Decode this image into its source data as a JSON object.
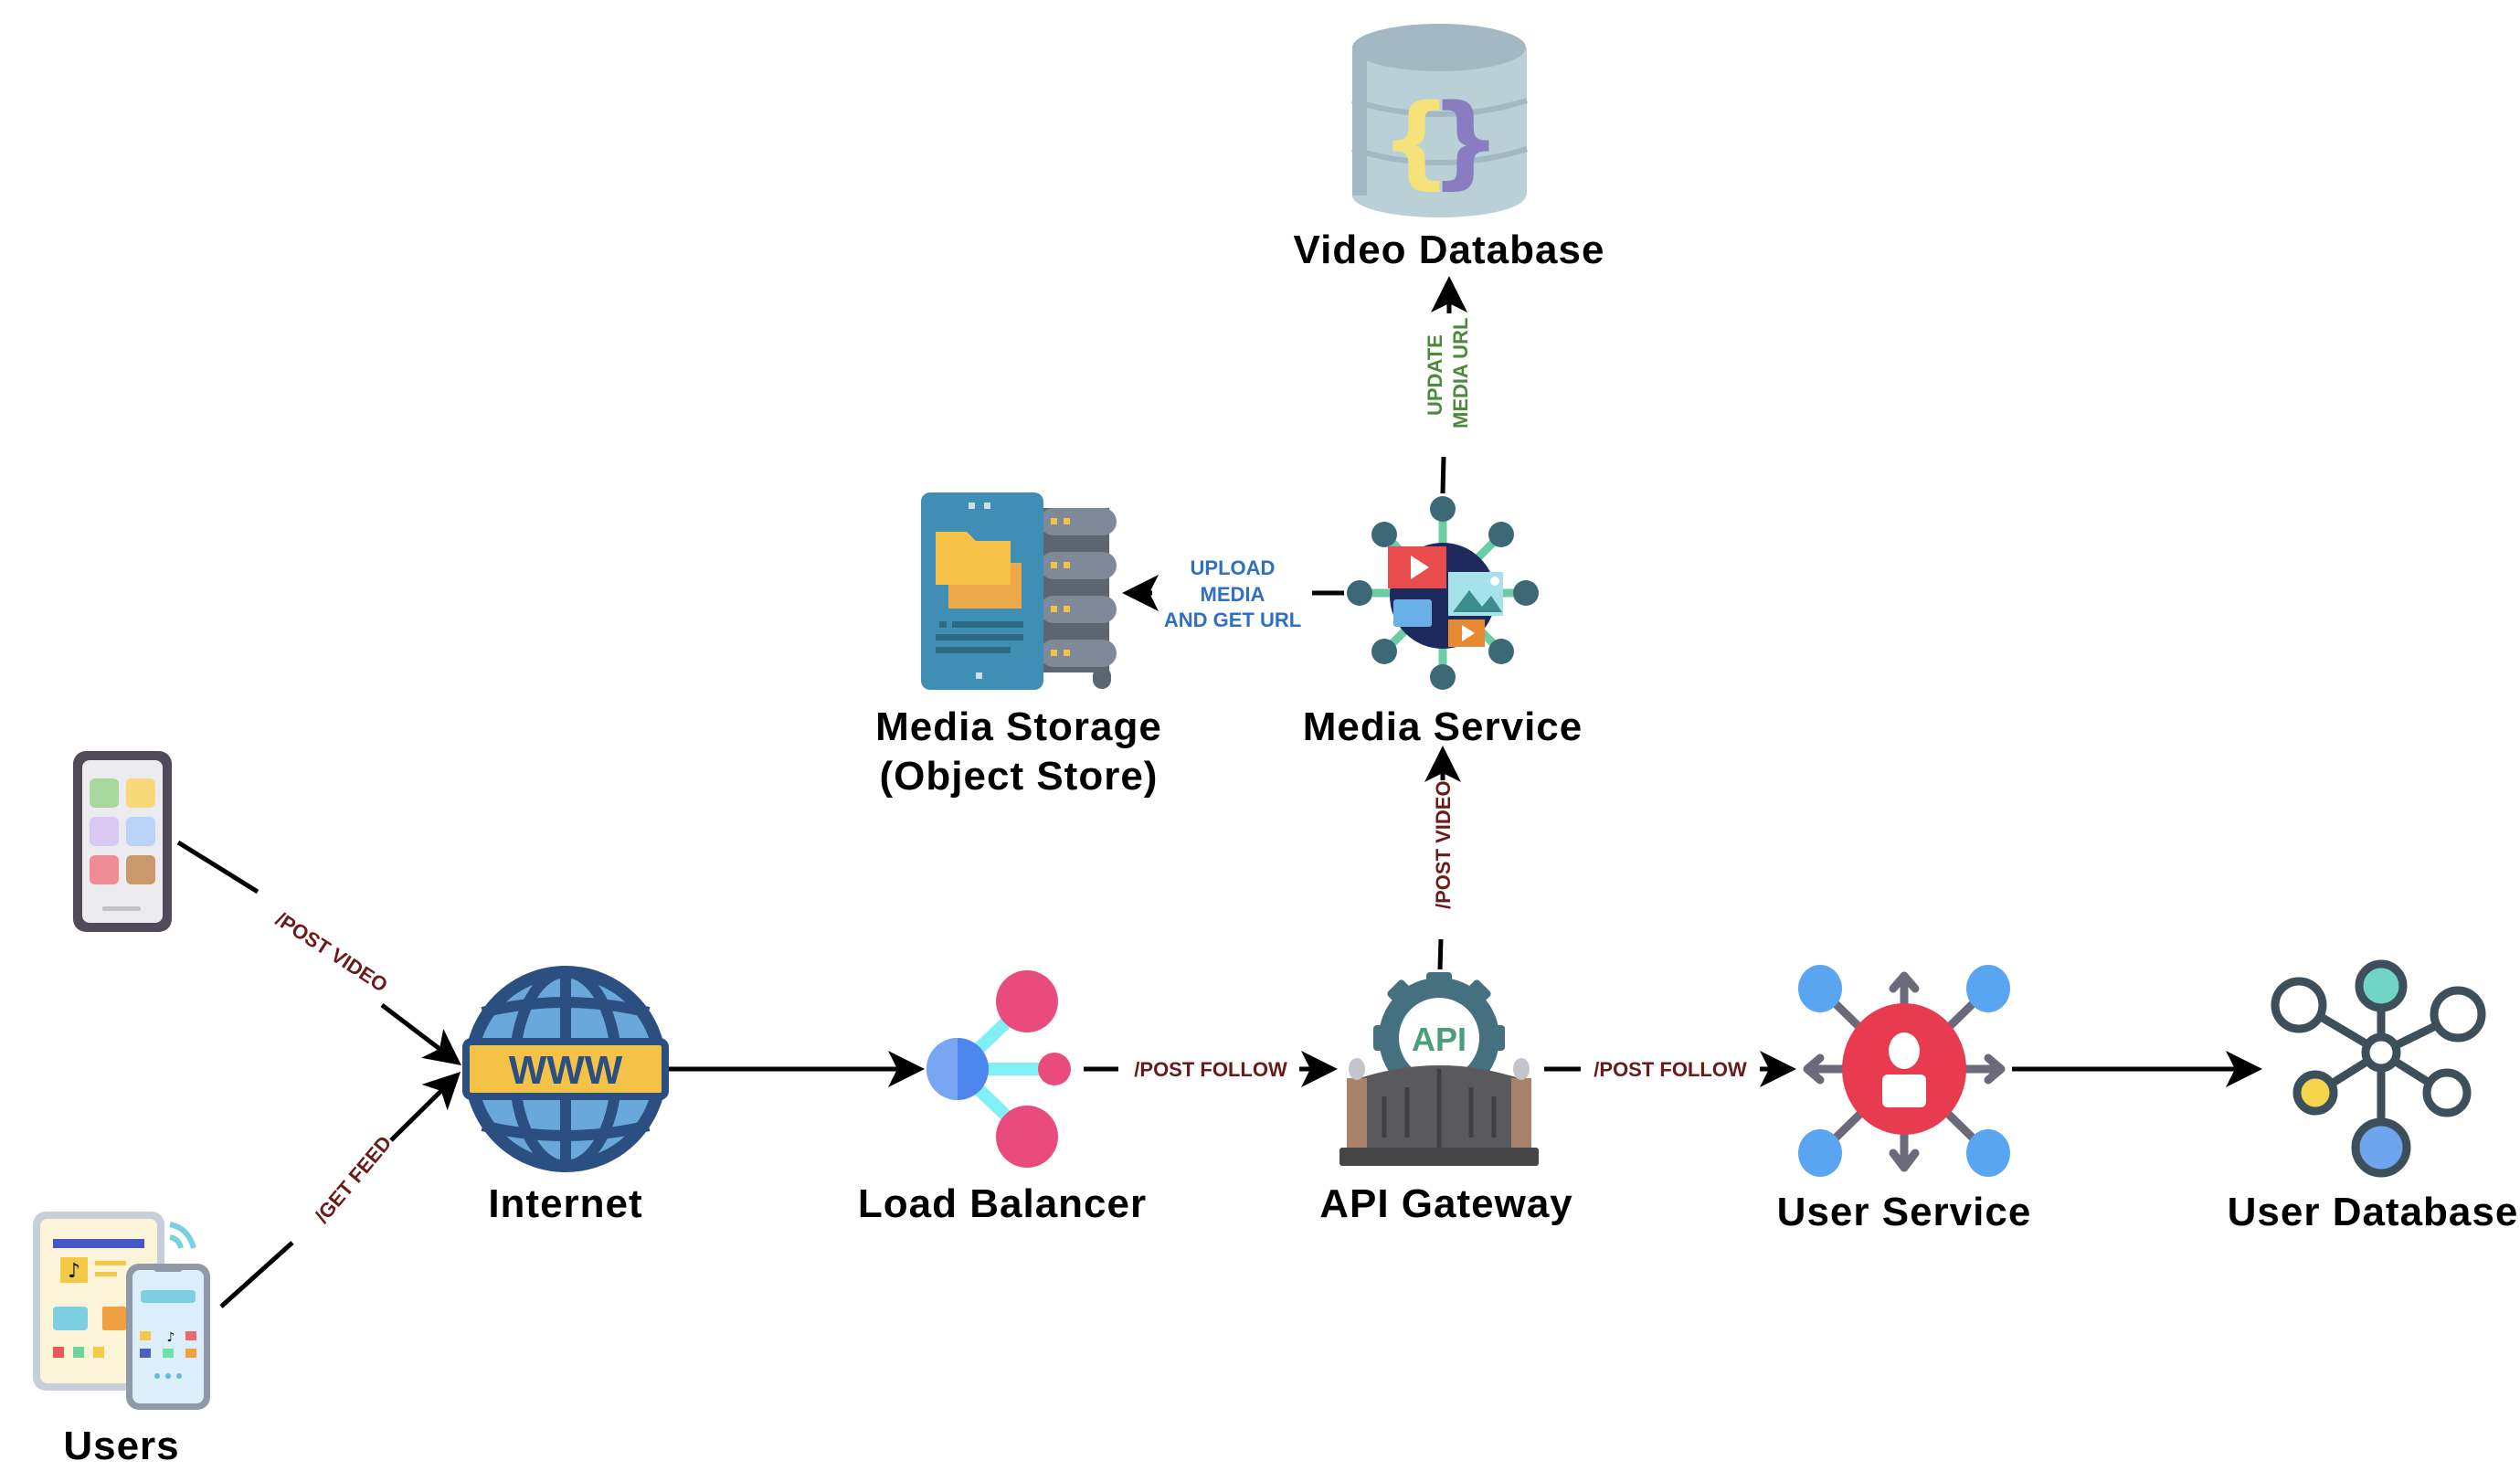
{
  "diagram": {
    "nodes": {
      "users": {
        "label": "Users",
        "icon": "mobile-devices-icon"
      },
      "internet": {
        "label": "Internet",
        "icon": "globe-www-icon",
        "icon_text": "WWW"
      },
      "load_balancer": {
        "label": "Load Balancer",
        "icon": "load-balancer-icon"
      },
      "api_gateway": {
        "label": "API Gateway",
        "icon": "api-gate-icon",
        "icon_text": "API"
      },
      "user_service": {
        "label": "User Service",
        "icon": "user-network-icon"
      },
      "user_database": {
        "label": "User Database",
        "icon": "graph-database-icon"
      },
      "media_service": {
        "label": "Media Service",
        "icon": "media-hub-icon"
      },
      "media_storage": {
        "label_line1": "Media Storage",
        "label_line2": "(Object Store)",
        "icon": "file-server-icon"
      },
      "video_database": {
        "label": "Video Database",
        "icon": "document-database-icon",
        "icon_text": "{ }"
      }
    },
    "edges": {
      "phone_to_internet": {
        "label": "/POST VIDEO"
      },
      "tablet_to_internet": {
        "label": "/GET FEED"
      },
      "lb_to_gateway": {
        "label": "/POST FOLLOW"
      },
      "gateway_to_user_service": {
        "label": "/POST FOLLOW"
      },
      "gateway_to_media_service": {
        "label": "/POST VIDEO"
      },
      "media_service_to_storage": {
        "label_lines": [
          "UPLOAD",
          "MEDIA",
          "AND GET URL"
        ]
      },
      "media_service_to_video_db": {
        "label_lines": [
          "UPDATE",
          "MEDIA URL"
        ]
      }
    },
    "colors": {
      "edge_label_red": "#6b1a1a",
      "edge_label_blue": "#2f6fc4",
      "edge_label_green": "#4a8a3a"
    }
  }
}
